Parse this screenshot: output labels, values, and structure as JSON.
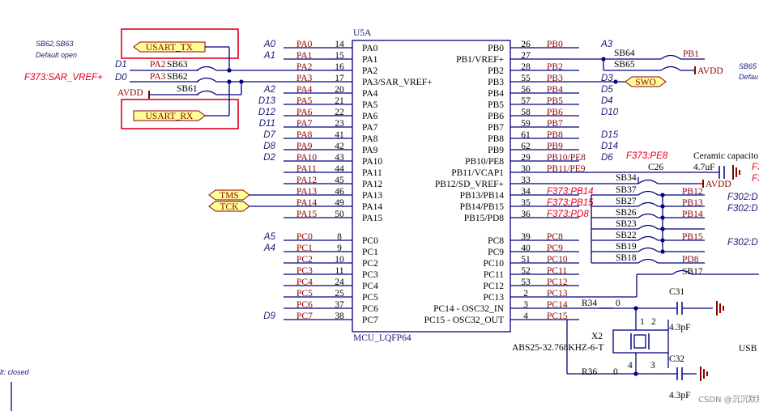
{
  "chip": {
    "designator": "U5A",
    "package": "MCU_LQFP64",
    "left_pins": [
      {
        "name": "PA0",
        "num": "14",
        "net": "PA0",
        "ann": "A0"
      },
      {
        "name": "PA1",
        "num": "15",
        "net": "PA1",
        "ann": "A1"
      },
      {
        "name": "PA2",
        "num": "16",
        "net": "PA2",
        "ann": ""
      },
      {
        "name": "PA3/SAR_VREF+",
        "num": "17",
        "net": "PA3",
        "ann": ""
      },
      {
        "name": "PA4",
        "num": "20",
        "net": "PA4",
        "ann": "A2"
      },
      {
        "name": "PA5",
        "num": "21",
        "net": "PA5",
        "ann": "D13"
      },
      {
        "name": "PA6",
        "num": "22",
        "net": "PA6",
        "ann": "D12"
      },
      {
        "name": "PA7",
        "num": "23",
        "net": "PA7",
        "ann": "D11"
      },
      {
        "name": "PA8",
        "num": "41",
        "net": "PA8",
        "ann": "D7"
      },
      {
        "name": "PA9",
        "num": "42",
        "net": "PA9",
        "ann": "D8"
      },
      {
        "name": "PA10",
        "num": "43",
        "net": "PA10",
        "ann": "D2"
      },
      {
        "name": "PA11",
        "num": "44",
        "net": "PA11",
        "ann": ""
      },
      {
        "name": "PA12",
        "num": "45",
        "net": "PA12",
        "ann": ""
      },
      {
        "name": "PA13",
        "num": "46",
        "net": "PA13",
        "ann": ""
      },
      {
        "name": "PA14",
        "num": "49",
        "net": "PA14",
        "ann": ""
      },
      {
        "name": "PA15",
        "num": "50",
        "net": "PA15",
        "ann": ""
      },
      {
        "name": "PC0",
        "num": "8",
        "net": "PC0",
        "ann": "A5"
      },
      {
        "name": "PC1",
        "num": "9",
        "net": "PC1",
        "ann": "A4"
      },
      {
        "name": "PC2",
        "num": "10",
        "net": "PC2",
        "ann": ""
      },
      {
        "name": "PC3",
        "num": "11",
        "net": "PC3",
        "ann": ""
      },
      {
        "name": "PC4",
        "num": "24",
        "net": "PC4",
        "ann": ""
      },
      {
        "name": "PC5",
        "num": "25",
        "net": "PC5",
        "ann": ""
      },
      {
        "name": "PC6",
        "num": "37",
        "net": "PC6",
        "ann": ""
      },
      {
        "name": "PC7",
        "num": "38",
        "net": "PC7",
        "ann": "D9"
      }
    ],
    "right_pins": [
      {
        "name": "PB0",
        "num": "26",
        "net": "PB0",
        "ann": "A3",
        "ann_red": false
      },
      {
        "name": "PB1/VREF+",
        "num": "27",
        "net": "",
        "ann": "",
        "ann_red": false
      },
      {
        "name": "PB2",
        "num": "28",
        "net": "PB2",
        "ann": "",
        "ann_red": false
      },
      {
        "name": "PB3",
        "num": "55",
        "net": "PB3",
        "ann": "D3",
        "ann_red": false
      },
      {
        "name": "PB4",
        "num": "56",
        "net": "PB4",
        "ann": "D5",
        "ann_red": false
      },
      {
        "name": "PB5",
        "num": "57",
        "net": "PB5",
        "ann": "D4",
        "ann_red": false
      },
      {
        "name": "PB6",
        "num": "58",
        "net": "PB6",
        "ann": "D10",
        "ann_red": false
      },
      {
        "name": "PB7",
        "num": "59",
        "net": "PB7",
        "ann": "",
        "ann_red": false
      },
      {
        "name": "PB8",
        "num": "61",
        "net": "PB8",
        "ann": "D15",
        "ann_red": false
      },
      {
        "name": "PB9",
        "num": "62",
        "net": "PB9",
        "ann": "D14",
        "ann_red": false
      },
      {
        "name": "PB10/PE8",
        "num": "29",
        "net": "PB10/PE8",
        "ann": "D6",
        "ann_red": false
      },
      {
        "name": "PB11/VCAP1",
        "num": "30",
        "net": "PB11/PE9",
        "ann": "",
        "ann_red": false
      },
      {
        "name": "PB12/SD_VREF+",
        "num": "33",
        "net": "",
        "ann": "",
        "ann_red": false
      },
      {
        "name": "PB13/PB14",
        "num": "34",
        "net": "F373:PB14",
        "ann": "",
        "ann_red": true
      },
      {
        "name": "PB14/PB15",
        "num": "35",
        "net": "F373:PB15",
        "ann": "",
        "ann_red": true
      },
      {
        "name": "PB15/PD8",
        "num": "36",
        "net": "F373:PD8",
        "ann": "",
        "ann_red": true
      },
      {
        "name": "PC8",
        "num": "39",
        "net": "PC8",
        "ann": "",
        "ann_red": false
      },
      {
        "name": "PC9",
        "num": "40",
        "net": "PC9",
        "ann": "",
        "ann_red": false
      },
      {
        "name": "PC10",
        "num": "51",
        "net": "PC10",
        "ann": "",
        "ann_red": false
      },
      {
        "name": "PC11",
        "num": "52",
        "net": "PC11",
        "ann": "",
        "ann_red": false
      },
      {
        "name": "PC12",
        "num": "53",
        "net": "PC12",
        "ann": "",
        "ann_red": false
      },
      {
        "name": "PC13",
        "num": "2",
        "net": "PC13",
        "ann": "",
        "ann_red": false
      },
      {
        "name": "PC14 - OSC32_IN",
        "num": "3",
        "net": "PC14",
        "ann": "",
        "ann_red": false
      },
      {
        "name": "PC15 - OSC32_OUT",
        "num": "4",
        "net": "PC15",
        "ann": "",
        "ann_red": false
      }
    ]
  },
  "left_side": {
    "note1": "SB62,SB63",
    "note2": "Default open",
    "note_bottom": "lt: closed",
    "port_usart_tx": "USART_TX",
    "port_usart_rx": "USART_RX",
    "d1": "D1",
    "d0": "D0",
    "f373_sar": "F373:SAR_VREF+",
    "avdd": "AVDD",
    "pa2": "PA2",
    "pa3": "PA3",
    "sb63": "SB63",
    "sb62": "SB62",
    "sb61": "SB61",
    "tms": "TMS",
    "tck": "TCK"
  },
  "right_side": {
    "sb64": "SB64",
    "sb65": "SB65",
    "pb1": "PB1",
    "avdd1": "AVDD",
    "sb65_note1": "SB65",
    "sb65_note2": "Defau",
    "swo": "SWO",
    "f373_pe8": "F373:PE8",
    "cap_note": "Ceramic capacito",
    "c26": "C26",
    "c26_val": "4.7uF",
    "avdd2": "AVDD",
    "f3a": "F3",
    "f3b": "F3",
    "sb34": "SB34",
    "sb37": "SB37",
    "sb27": "SB27",
    "sb26": "SB26",
    "sb23": "SB23",
    "sb22": "SB22",
    "sb19": "SB19",
    "sb18": "SB18",
    "sb17": "SB17",
    "pb12": "PB12",
    "pb13": "PB13",
    "pb14": "PB14",
    "pb15": "PB15",
    "pd8": "PD8",
    "f302a": "F302:D",
    "f302b": "F302:D",
    "f302c": "F302:D",
    "r34": "R34",
    "r34_val": "0",
    "r36": "R36",
    "r36_val": "0",
    "c31": "C31",
    "c31_val": "4.3pF",
    "c32": "C32",
    "c32_val": "4.3pF",
    "x2": "X2",
    "x2_part": "ABS25-32.768KHZ-6-T",
    "x2_p1": "1",
    "x2_p2": "2",
    "x2_p3": "3",
    "x2_p4": "4",
    "usb": "USB",
    "watermark": "CSDN @沉沉默默"
  },
  "colors": {
    "wire": "#000080",
    "net": "#8b0000",
    "port_fill": "#ffff99",
    "port_stroke": "#8b0000",
    "red_box": "#e0001b",
    "annotation": "#1a1a7a",
    "annotation_red": "#e0001b"
  }
}
